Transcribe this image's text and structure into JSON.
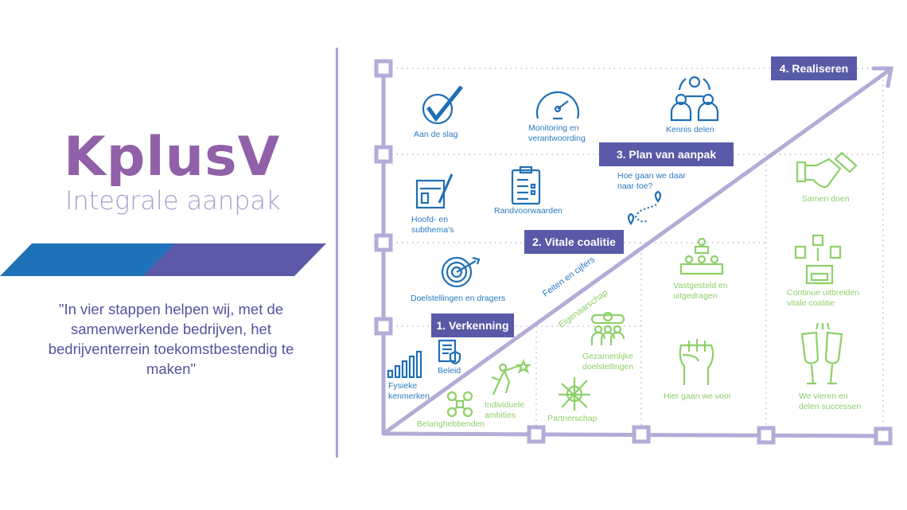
{
  "brand": {
    "title": "KplusV",
    "subtitle": "Integrale aanpak"
  },
  "quote": "\"In vier stappen helpen wij, met de samenwerkende bedrijven, het bedrijventerrein toekomstbestendig te maken\"",
  "colors": {
    "title": "#9061a8",
    "subtitle": "#ab9ccd",
    "step_box": "#585aa7",
    "axis": "#b3acd8",
    "blue": "#2a7ac0",
    "green": "#8dd068",
    "banner_blue": "#1f72b8",
    "banner_purple": "#5c5aa8"
  },
  "steps": [
    "1. Verkenning",
    "2. Vitale coalitie",
    "3. Plan van aanpak",
    "4. Realiseren"
  ],
  "diagonal_labels": {
    "upper": "Feiten en cijfers",
    "lower": "Eigenaarschap"
  },
  "blue_items": {
    "aan_de_slag": "Aan de slag",
    "monitoring": [
      "Monitoring en",
      "verantwoording"
    ],
    "kennis": "Kennis delen",
    "hoofd": [
      "Hoofd- en",
      "subthema's"
    ],
    "randvoorwaarden": "Randvoorwaarden",
    "hoe": [
      "Hoe gaan we daar",
      "naar toe?"
    ],
    "doelstellingen": "Doelstellingen en dragers",
    "beleid": "Beleid",
    "fysieke": [
      "Fysieke",
      "kenmerken"
    ]
  },
  "green_items": {
    "belanghebbenden": "Belanghebbenden",
    "individuele": [
      "Individuele",
      "ambities"
    ],
    "partnerschap": "Partnerschap",
    "gezamenlijke": [
      "Gezamenlijke",
      "doelstellingen"
    ],
    "vastgesteld": [
      "Vastgesteld en",
      "uitgedragen"
    ],
    "hier": "Hier gaan we voor",
    "samen": "Samen doen",
    "continue": [
      "Continue uitbreiden",
      "vitale coalitie"
    ],
    "vieren": [
      "We vieren en",
      "delen successen"
    ]
  }
}
